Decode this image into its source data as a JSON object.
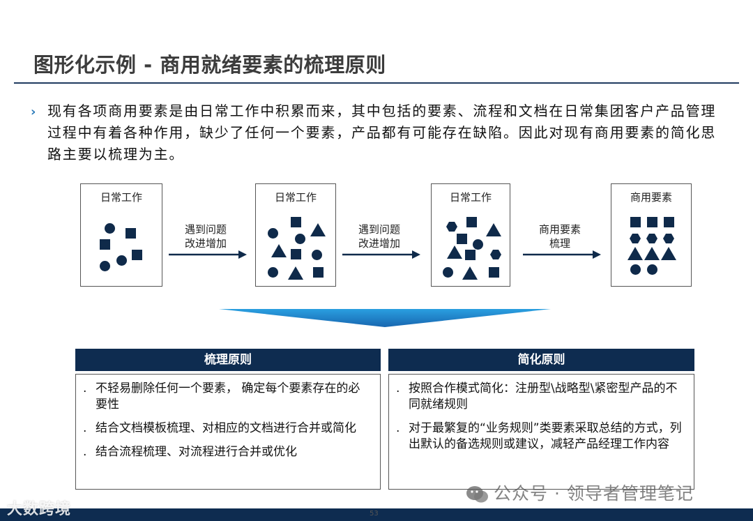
{
  "slide": {
    "title": "图形化示例 - 商用就绪要素的梳理原则",
    "intro": "现有各项商用要素是由日常工作中积累而来，其中包括的要素、流程和文档在日常集团客户产品管理过程中有着各种作用，缺少了任何一个要素，产品都有可能存在缺陷。因此对现有商用要素的简化思路主要以梳理为主。",
    "page_number": "53"
  },
  "flow": {
    "boxes": [
      {
        "title": "日常工作"
      },
      {
        "title": "日常工作"
      },
      {
        "title": "日常工作"
      },
      {
        "title": "商用要素"
      }
    ],
    "arrows": [
      {
        "line1": "遇到问题",
        "line2": "改进增加"
      },
      {
        "line1": "遇到问题",
        "line2": "改进增加"
      },
      {
        "line1": "商用要素",
        "line2": "梳理"
      }
    ],
    "shape_color": "#0f2a4a"
  },
  "panels": {
    "left": {
      "header": "梳理原则",
      "items": [
        "不轻易删除任何一个要素，  确定每个要素存在的必要性",
        "结合文档模板梳理、对相应的文档进行合并或简化",
        "结合流程梳理、对流程进行合并或优化"
      ]
    },
    "right": {
      "header": "简化原则",
      "items": [
        "按照合作模式简化：注册型\\战略型\\紧密型产品的不同就绪规则",
        "对于最繁复的“业务规则”类要素采取总结的方式，列出默认的备选规则或建议，减轻产品经理工作内容"
      ]
    }
  },
  "watermarks": {
    "left": "大数跨境",
    "right": "公众号 · 领导者管理笔记"
  },
  "colors": {
    "navy": "#0e2c50",
    "accent_blue": "#2a7ab9"
  }
}
